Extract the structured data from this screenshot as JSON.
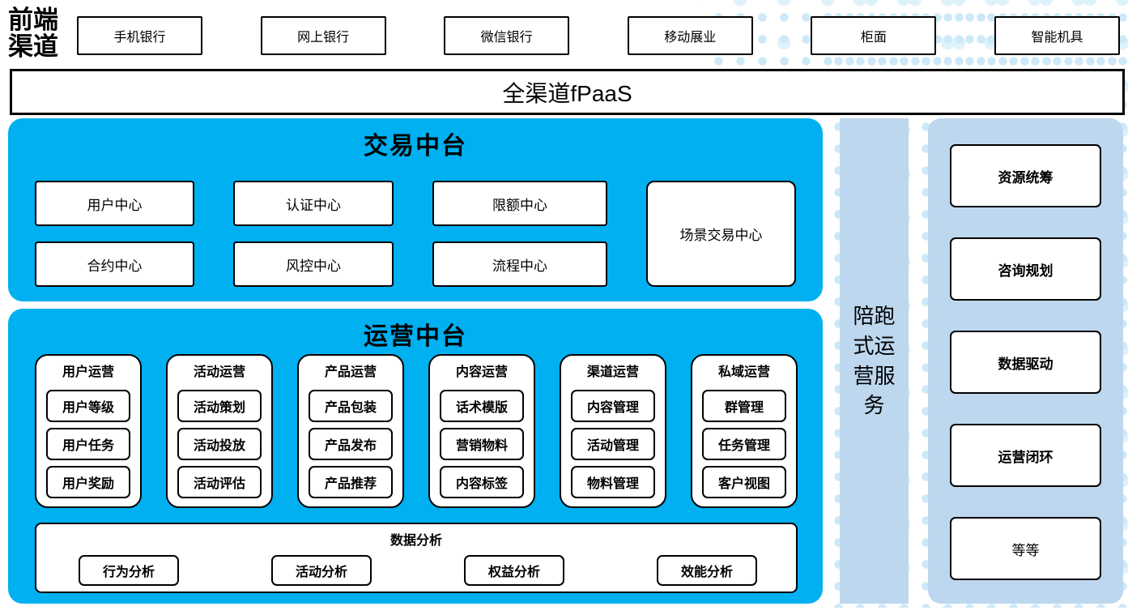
{
  "front_channels": {
    "label": "前端渠道",
    "items": [
      "手机银行",
      "网上银行",
      "微信银行",
      "移动展业",
      "柜面",
      "智能机具"
    ]
  },
  "fpaas": {
    "label": "全渠道fPaaS"
  },
  "trade_platform": {
    "title": "交易中台",
    "centers": [
      "用户中心",
      "认证中心",
      "限额中心",
      "合约中心",
      "风控中心",
      "流程中心"
    ],
    "scene_center": "场景交易中心"
  },
  "ops_platform": {
    "title": "运营中台",
    "columns": [
      {
        "title": "用户运营",
        "items": [
          "用户等级",
          "用户任务",
          "用户奖励"
        ]
      },
      {
        "title": "活动运营",
        "items": [
          "活动策划",
          "活动投放",
          "活动评估"
        ]
      },
      {
        "title": "产品运营",
        "items": [
          "产品包装",
          "产品发布",
          "产品推荐"
        ]
      },
      {
        "title": "内容运营",
        "items": [
          "话术模版",
          "营销物料",
          "内容标签"
        ]
      },
      {
        "title": "渠道运营",
        "items": [
          "内容管理",
          "活动管理",
          "物料管理"
        ]
      },
      {
        "title": "私域运营",
        "items": [
          "群管理",
          "任务管理",
          "客户视图"
        ]
      }
    ],
    "data_analysis": {
      "title": "数据分析",
      "items": [
        "行为分析",
        "活动分析",
        "权益分析",
        "效能分析"
      ]
    }
  },
  "runner_bar": {
    "label": "陪跑式运营服务"
  },
  "service_panel": {
    "items": [
      "资源统筹",
      "咨询规划",
      "数据驱动",
      "运营闭环",
      "等等"
    ]
  },
  "colors": {
    "accent_blue": "#00B0F0",
    "panel_light_blue": "#BDD7EE",
    "dot_blue": "#CDE9F8",
    "border": "#000000"
  }
}
